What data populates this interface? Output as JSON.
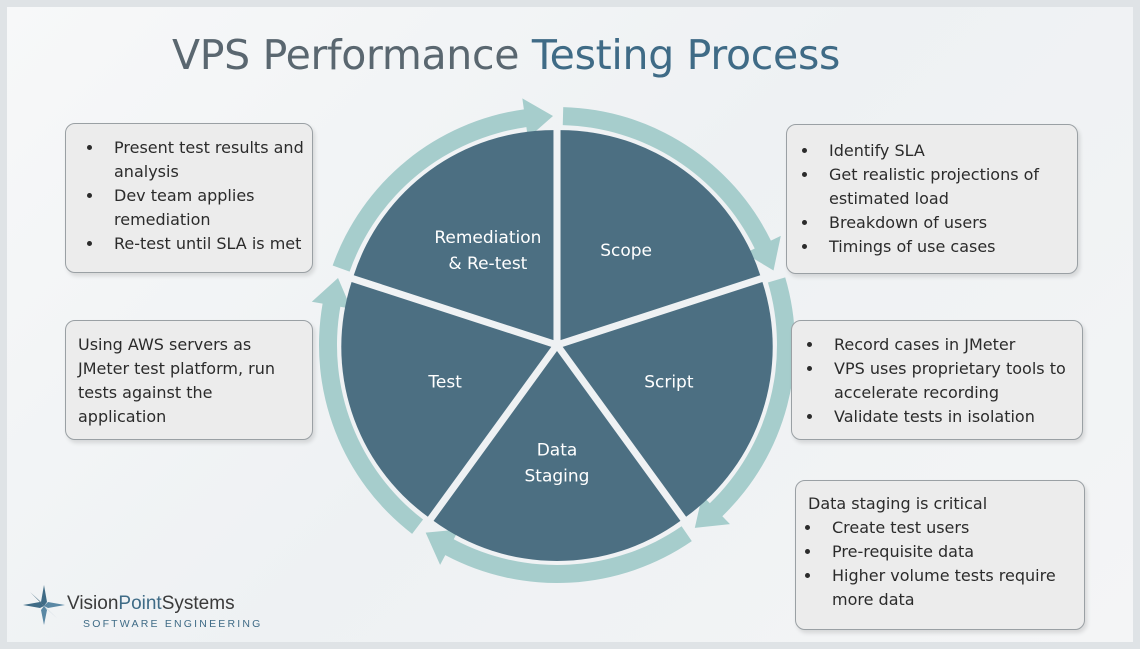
{
  "title": {
    "prefix": "VPS Performance",
    "accent": "Testing Process"
  },
  "colors": {
    "segment": "#4c6f82",
    "ring": "#a6cdcc",
    "accent": "#3f6b86",
    "title": "#5a6770",
    "box_bg": "#ececec"
  },
  "segments": [
    {
      "id": "scope",
      "lines": [
        "Scope"
      ]
    },
    {
      "id": "script",
      "lines": [
        "Script"
      ]
    },
    {
      "id": "data-staging",
      "lines": [
        "Data",
        "Staging"
      ]
    },
    {
      "id": "test",
      "lines": [
        "Test"
      ]
    },
    {
      "id": "remediation",
      "lines": [
        "Remediation",
        "& Re-test"
      ]
    }
  ],
  "boxes": {
    "remediation": [
      "Present test results and analysis",
      "Dev team applies remediation",
      "Re-test until SLA is met"
    ],
    "test": "Using AWS servers as JMeter test platform, run tests against the application",
    "scope": [
      "Identify SLA",
      "Get realistic projections of estimated load",
      "Breakdown of users",
      "Timings of use cases"
    ],
    "script": [
      "Record cases in JMeter",
      "VPS uses proprietary tools to accelerate recording",
      "Validate tests in isolation"
    ],
    "staging": {
      "heading": "Data staging is critical",
      "items": [
        "Create test users",
        "Pre-requisite data",
        "Higher volume tests require more data"
      ]
    }
  },
  "logo": {
    "vision": "Vision",
    "point": "Point",
    "systems": "Systems",
    "tagline": "SOFTWARE ENGINEERING"
  }
}
